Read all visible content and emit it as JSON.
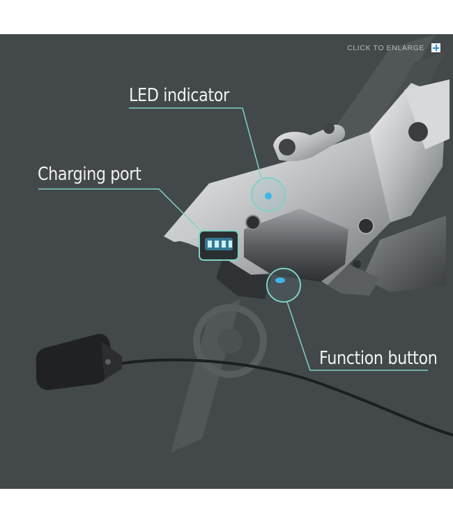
{
  "toolbar": {
    "enlarge_label": "CLICK TO ENLARGE"
  },
  "icons": {
    "enlarge": "plus-icon"
  },
  "callouts": {
    "led": "LED indicator",
    "charging": "Charging port",
    "function": "Function button"
  },
  "colors": {
    "background": "#43484a",
    "accent_line": "#7fd3c3",
    "highlight_blue": "#3fb6e6",
    "label_text": "#f1f1f1"
  }
}
